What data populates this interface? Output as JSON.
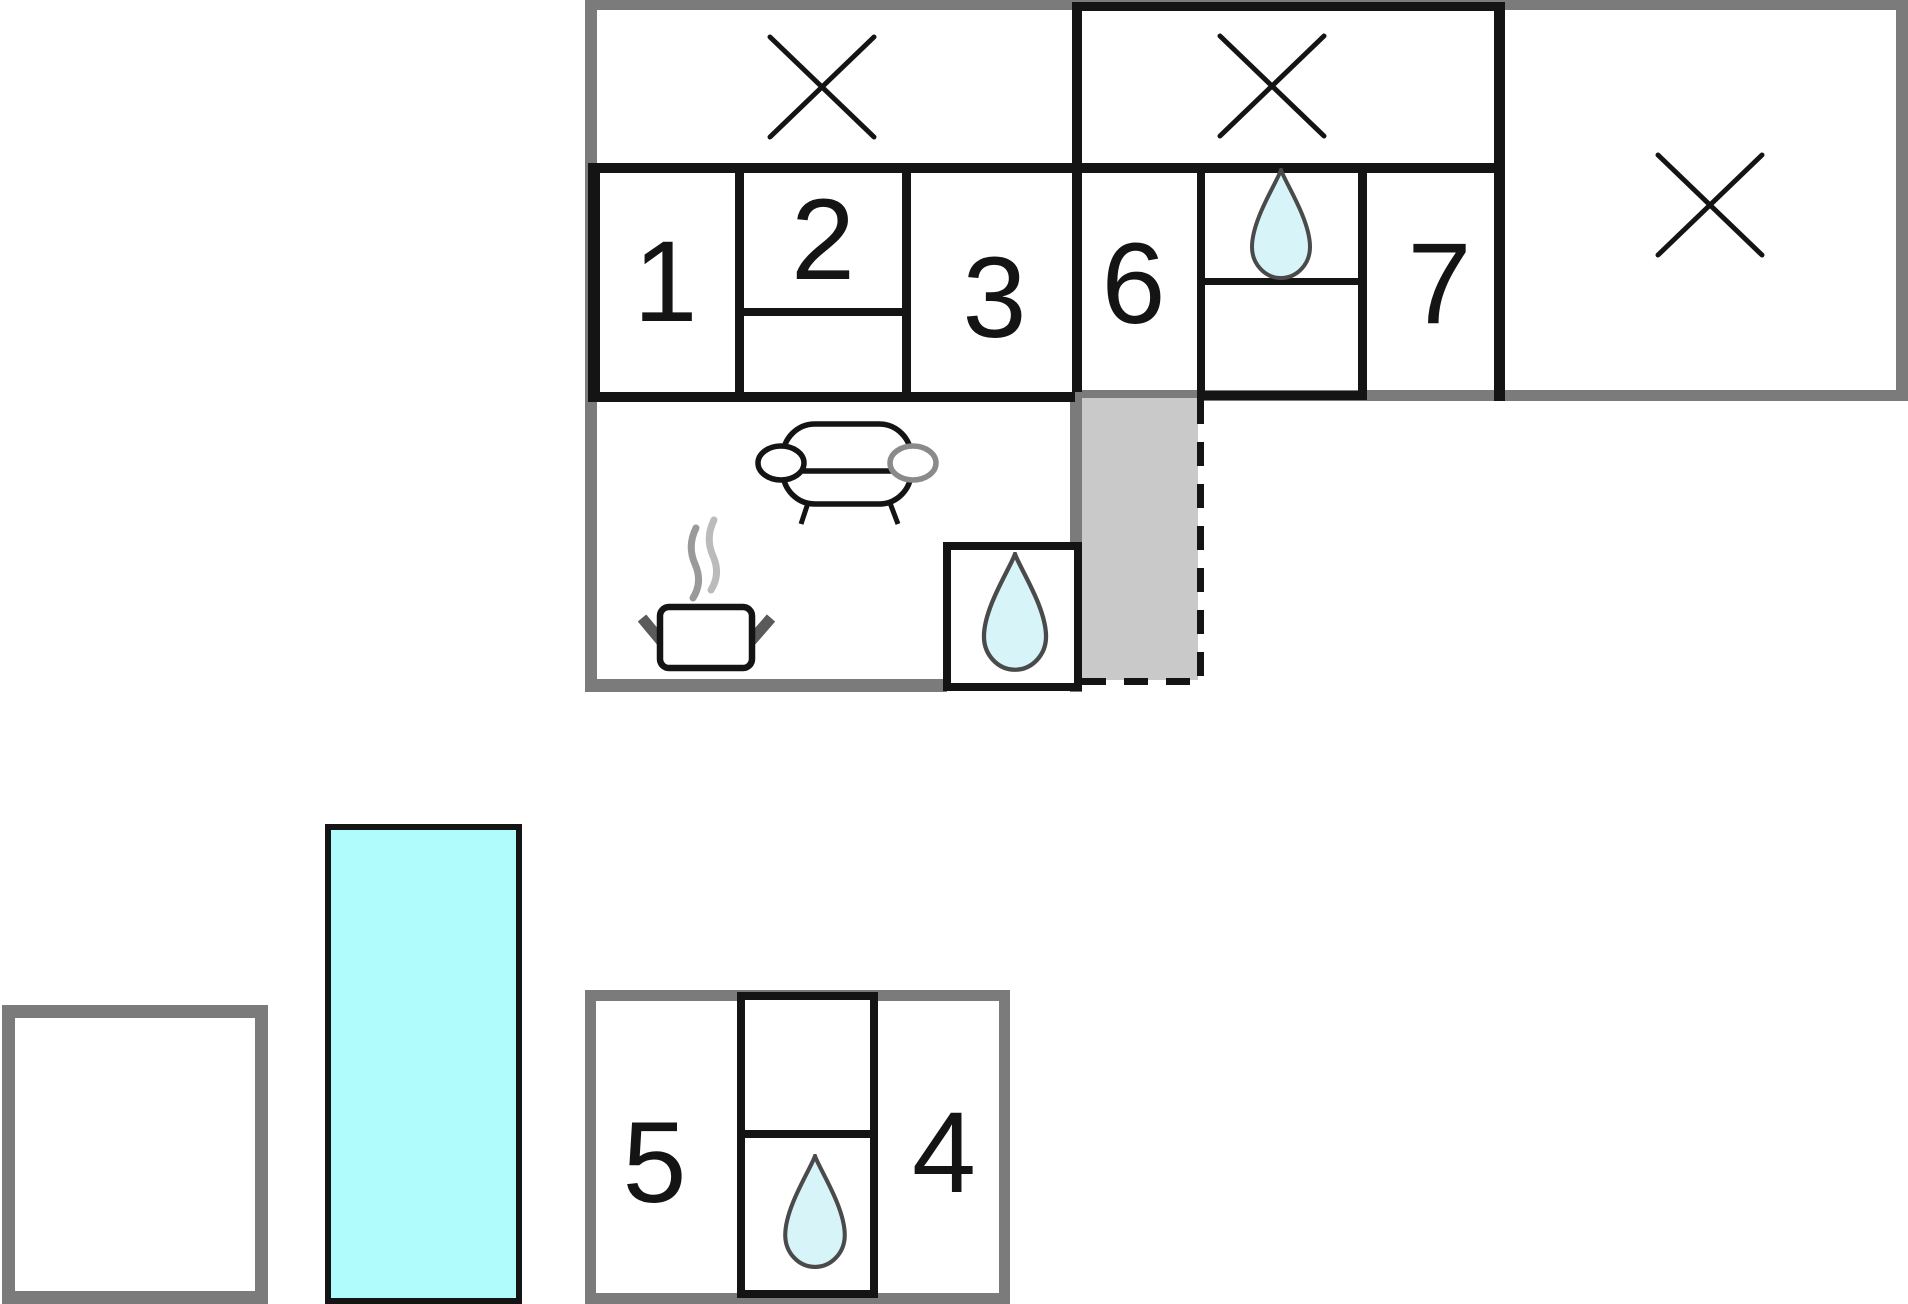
{
  "plan": {
    "type": "floorplan",
    "upper_rooms": {
      "r1": "1",
      "r2": "2",
      "r3": "3",
      "r6": "6",
      "r7": "7"
    },
    "lower_rooms": {
      "r5": "5",
      "r4": "4"
    },
    "features": {
      "crossed_areas": [
        "upper-left",
        "upper-middle",
        "upper-right"
      ],
      "bathrooms": [
        "upper-between-6-and-7",
        "living-room",
        "annex-between-5-and-4"
      ],
      "living_room_items": [
        "sofa",
        "cooking-pot"
      ],
      "pool": "swimming-pool",
      "entry": "shaded-entry-area"
    },
    "colors": {
      "wall_gray": "#7b7b7b",
      "entry_gray": "#c9c9c9",
      "pool_cyan": "#b0fbfb",
      "drop_fill": "#d7f5f8",
      "line_black": "#141414"
    }
  }
}
